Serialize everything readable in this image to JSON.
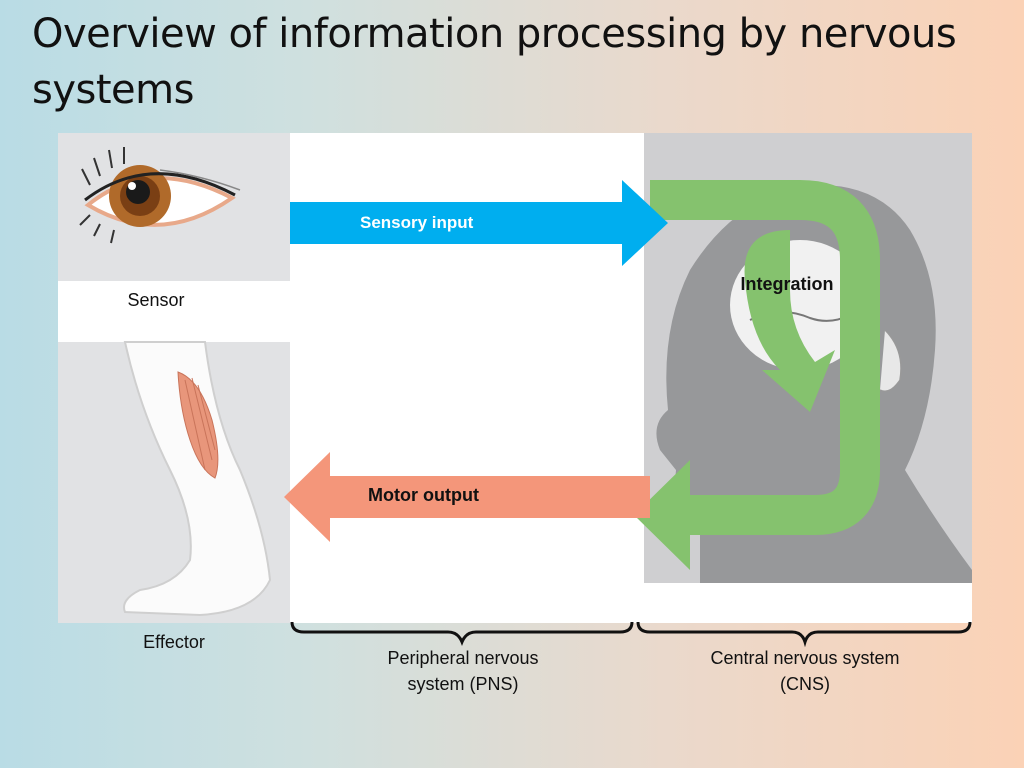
{
  "slide": {
    "title": "Overview of information processing by nervous systems"
  },
  "diagram": {
    "sensor_label": "Sensor",
    "effector_label": "Effector",
    "sensory_input_label": "Sensory input",
    "motor_output_label": "Motor output",
    "integration_label": "Integration",
    "pns_label": "Peripheral nervous system (PNS)",
    "cns_label": "Central nervous system (CNS)"
  },
  "colors": {
    "sensory_arrow": "#00aeef",
    "motor_arrow": "#f4967a",
    "integration_loop": "#85c26e",
    "cns_panel": "#cfcfd1",
    "head_silhouette": "#97989a"
  }
}
